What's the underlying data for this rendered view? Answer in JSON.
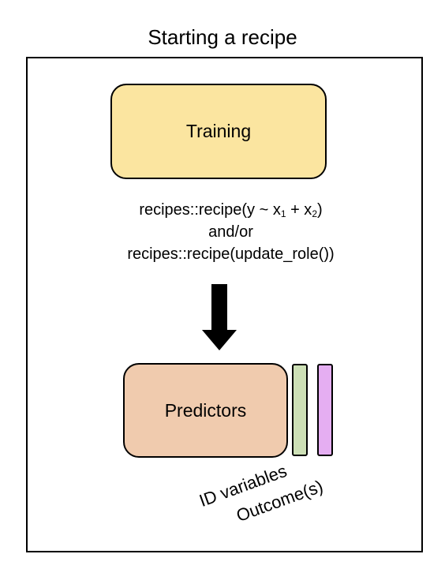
{
  "title": "Starting a recipe",
  "boxes": {
    "training": {
      "label": "Training",
      "color": "#FBE5A0"
    },
    "predictors": {
      "label": "Predictors",
      "color": "#F0CBAE"
    }
  },
  "code": {
    "line1": {
      "prefix": "recipes::recipe(y ~ x",
      "sub1": "1",
      "middle": " + x",
      "sub2": "2",
      "suffix": ")"
    },
    "line2": "and/or",
    "line3": "recipes::recipe(update_role())"
  },
  "strips": {
    "id": {
      "label": "ID variables",
      "color": "#CDE0B6"
    },
    "outcome": {
      "label": "Outcome(s)",
      "color": "#E5AEF2"
    }
  },
  "arrow": {
    "direction": "down",
    "color": "#000000"
  }
}
